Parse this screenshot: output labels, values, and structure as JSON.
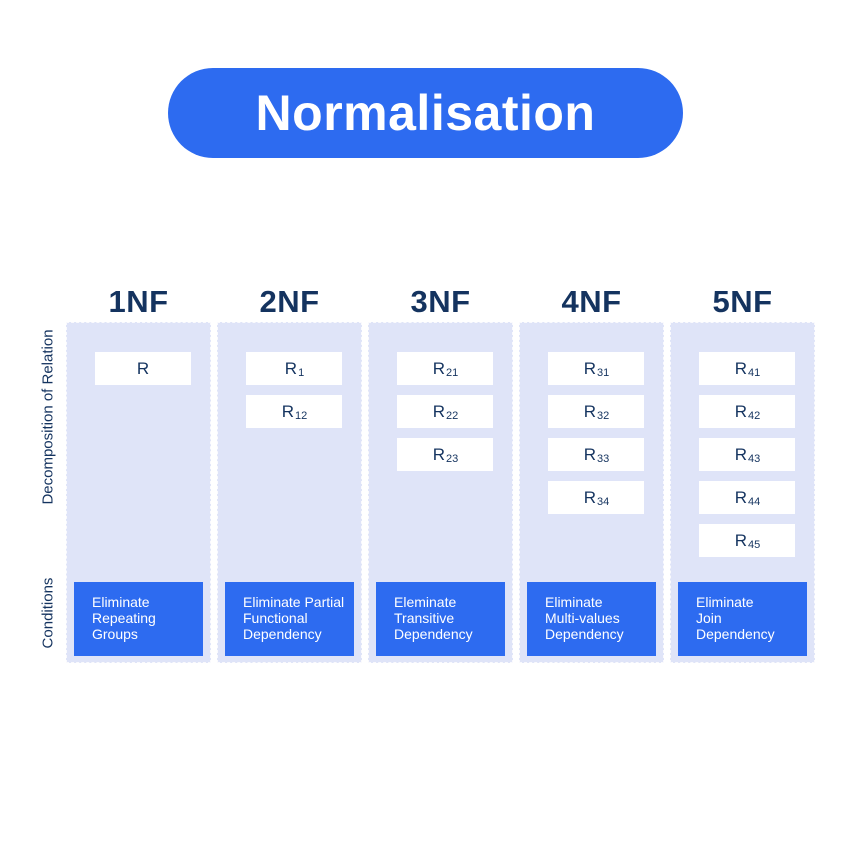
{
  "title": {
    "label": "Normalisation"
  },
  "colors": {
    "accent_blue": "#2d6bf0",
    "column_bg": "#dfe4f8",
    "navy_text": "#14335f",
    "box_bg": "#ffffff",
    "condition_text": "#ffffff"
  },
  "side_labels": {
    "decomposition": "Decomposition of Relation",
    "conditions": "Conditions"
  },
  "columns": [
    {
      "header": "1NF",
      "relations": [
        {
          "base": "R",
          "sub": ""
        }
      ],
      "condition": "Eliminate\nRepeating\nGroups"
    },
    {
      "header": "2NF",
      "relations": [
        {
          "base": "R",
          "sub": "1"
        },
        {
          "base": "R",
          "sub": "12"
        }
      ],
      "condition": "Eliminate Partial\nFunctional\nDependency"
    },
    {
      "header": "3NF",
      "relations": [
        {
          "base": "R",
          "sub": "21"
        },
        {
          "base": "R",
          "sub": "22"
        },
        {
          "base": "R",
          "sub": "23"
        }
      ],
      "condition": "Eleminate\nTransitive\nDependency"
    },
    {
      "header": "4NF",
      "relations": [
        {
          "base": "R",
          "sub": "31"
        },
        {
          "base": "R",
          "sub": "32"
        },
        {
          "base": "R",
          "sub": "33"
        },
        {
          "base": "R",
          "sub": "34"
        }
      ],
      "condition": "Eliminate\nMulti-values\nDependency"
    },
    {
      "header": "5NF",
      "relations": [
        {
          "base": "R",
          "sub": "41"
        },
        {
          "base": "R",
          "sub": "42"
        },
        {
          "base": "R",
          "sub": "43"
        },
        {
          "base": "R",
          "sub": "44"
        },
        {
          "base": "R",
          "sub": "45"
        }
      ],
      "condition": "Eliminate\nJoin\nDependency"
    }
  ]
}
